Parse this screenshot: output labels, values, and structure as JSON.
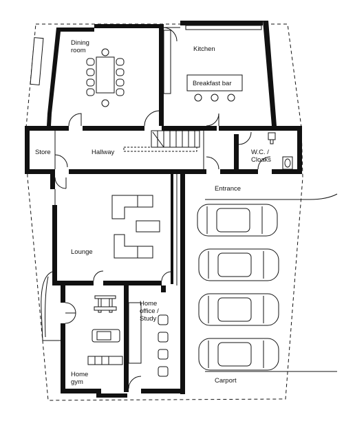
{
  "rooms": {
    "dining_room": [
      "Dining",
      "room"
    ],
    "kitchen": "Kitchen",
    "breakfast_bar": "Breakfast bar",
    "store": "Store",
    "hallway": "Hallway",
    "wc_cloaks": [
      "W.C. /",
      "Cloaks"
    ],
    "entrance": "Entrance",
    "lounge": "Lounge",
    "home_office": [
      "Home",
      "office /",
      "Study"
    ],
    "home_gym": [
      "Home",
      "gym"
    ],
    "carport": "Carport"
  }
}
